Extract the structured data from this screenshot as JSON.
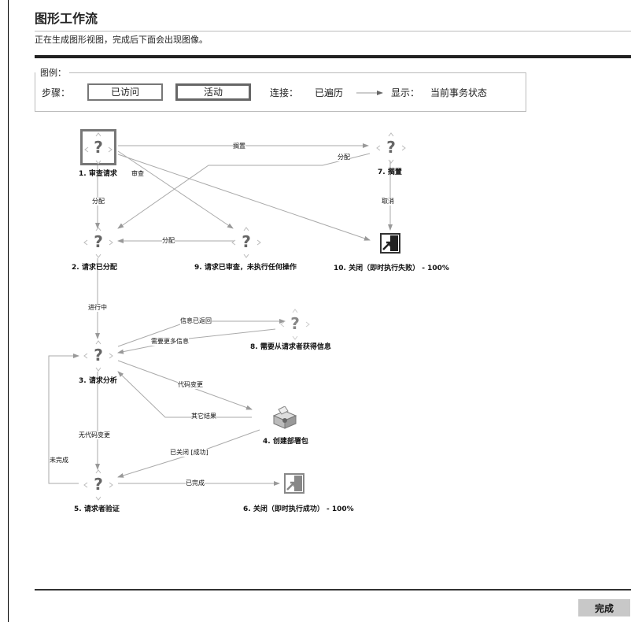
{
  "header": {
    "title": "图形工作流",
    "subtitle": "正在生成图形视图，完成后下面会出现图像。"
  },
  "legend": {
    "title": "图例：",
    "steps_label": "步骤：",
    "visited_label": "已访问",
    "active_label": "活动",
    "connection_label": "连接：",
    "traversed_label": "已遍历",
    "display_label": "显示：",
    "display_value": "当前事务状态"
  },
  "nodes": {
    "n1": "1. 审查请求",
    "n2": "2. 请求已分配",
    "n3": "3. 请求分析",
    "n4": "4. 创建部署包",
    "n5": "5. 请求者验证",
    "n6": "6. 关闭（即时执行成功） - 100%",
    "n7": "7. 搁置",
    "n8": "8. 需要从请求者获得信息",
    "n9": "9. 请求已审查，未执行任何操作",
    "n10": "10. 关闭（即时执行失败） - 100%"
  },
  "edges": {
    "e_hold": "搁置",
    "e_assign_7": "分配",
    "e_review": "审查",
    "e_assign_1": "分配",
    "e_assign_9": "分配",
    "e_cancel": "取消",
    "e_inprogress": "进行中",
    "e_info_returned": "信息已返回",
    "e_need_info": "需要更多信息",
    "e_code_change": "代码变更",
    "e_other_result": "其它结果",
    "e_no_code_change": "无代码变更",
    "e_closed_success": "已关闭 [成功]",
    "e_not_passed": "未完成",
    "e_completed": "已完成"
  },
  "footer": {
    "done_label": "完成"
  }
}
